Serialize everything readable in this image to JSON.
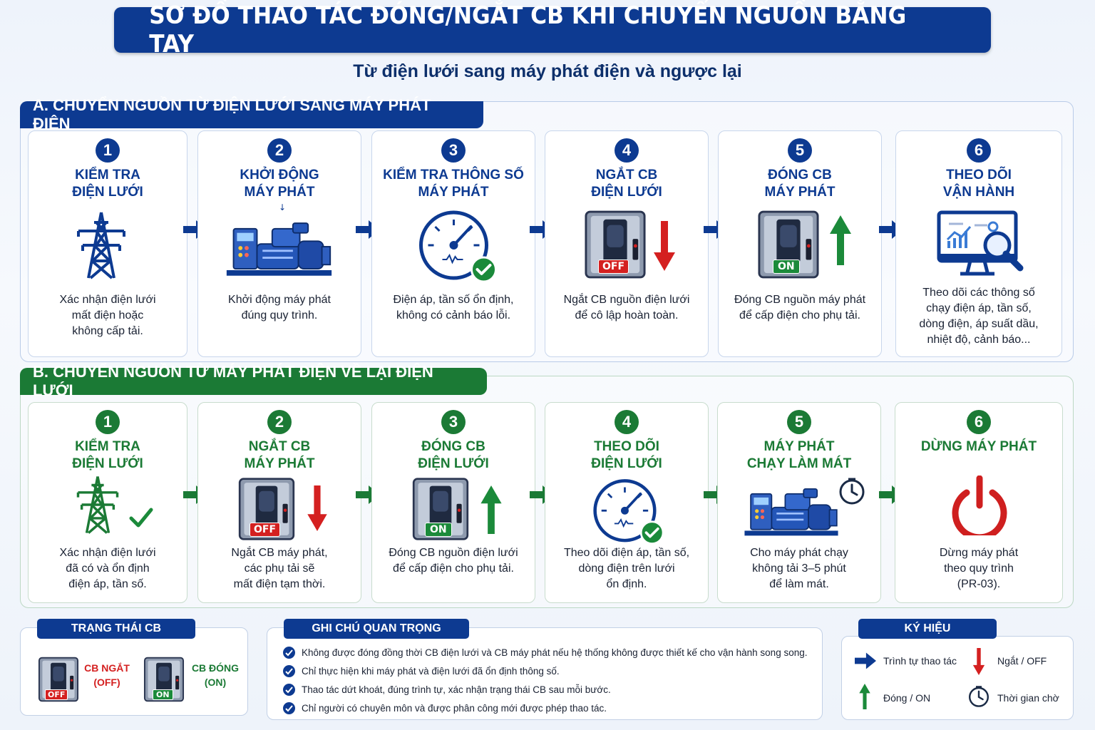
{
  "title": "SƠ ĐỒ THAO TÁC ĐÓNG/NGẮT CB KHI CHUYỂN NGUỒN BẰNG TAY",
  "subtitle": "Từ điện lưới sang máy phát điện và ngược lại",
  "section_a": {
    "heading": "A. CHUYỂN NGUỒN TỪ ĐIỆN LƯỚI SANG MÁY PHÁT ĐIỆN",
    "steps": [
      {
        "num": "1",
        "title": "KIỂM TRA\nĐIỆN LƯỚI",
        "desc": "Xác nhận điện lưới\nmất điện hoặc\nkhông cấp tải.",
        "icon": "power-tower-icon"
      },
      {
        "num": "2",
        "title": "KHỞI ĐỘNG\nMÁY PHÁT",
        "desc": "Khởi động máy phát\nđúng quy trình.",
        "icon": "generator-icon"
      },
      {
        "num": "3",
        "title": "KIỂM TRA THÔNG SỐ\nMÁY PHÁT",
        "desc": "Điện áp, tần số ổn định,\nkhông có cảnh báo lỗi.",
        "icon": "gauge-check-icon"
      },
      {
        "num": "4",
        "title": "NGẮT CB\nĐIỆN LƯỚI",
        "desc": "Ngắt CB nguồn điện lưới\nđể cô lập hoàn toàn.",
        "icon": "breaker-off-icon",
        "badge": "OFF"
      },
      {
        "num": "5",
        "title": "ĐÓNG CB\nMÁY PHÁT",
        "desc": "Đóng CB nguồn máy phát\nđể cấp điện cho phụ tải.",
        "icon": "breaker-on-icon",
        "badge": "ON"
      },
      {
        "num": "6",
        "title": "THEO DÕI\nVẬN HÀNH",
        "desc": "Theo dõi các thông số\nchạy điện áp, tần số,\ndòng điện, áp suất dầu,\nnhiệt độ, cảnh báo...",
        "icon": "monitor-search-icon"
      }
    ]
  },
  "section_b": {
    "heading": "B. CHUYỂN NGUỒN TỪ MÁY PHÁT ĐIỆN VỀ LẠI ĐIỆN LƯỚI",
    "steps": [
      {
        "num": "1",
        "title": "KIỂM TRA\nĐIỆN LƯỚI",
        "desc": "Xác nhận điện lưới\nđã có và ổn định\nđiện áp, tần số.",
        "icon": "power-tower-check-icon"
      },
      {
        "num": "2",
        "title": "NGẮT CB\nMÁY PHÁT",
        "desc": "Ngắt CB máy phát,\ncác phụ tải sẽ\nmất điện tạm thời.",
        "icon": "breaker-off-icon",
        "badge": "OFF"
      },
      {
        "num": "3",
        "title": "ĐÓNG CB\nĐIỆN LƯỚI",
        "desc": "Đóng CB nguồn điện lưới\nđể cấp điện cho phụ tải.",
        "icon": "breaker-on-icon",
        "badge": "ON"
      },
      {
        "num": "4",
        "title": "THEO DÕI\nĐIỆN LƯỚI",
        "desc": "Theo dõi điện áp, tần số,\ndòng điện trên lưới\nổn định.",
        "icon": "gauge-check-icon"
      },
      {
        "num": "5",
        "title": "MÁY PHÁT\nCHẠY LÀM MÁT",
        "desc": "Cho máy phát chạy\nkhông tải 3–5 phút\nđể làm mát.",
        "icon": "generator-clock-icon"
      },
      {
        "num": "6",
        "title": "DỪNG MÁY PHÁT",
        "desc": "Dừng máy phát\ntheo quy trình\n(PR-03).",
        "icon": "power-button-icon"
      }
    ]
  },
  "cb_status": {
    "heading": "TRẠNG THÁI CB",
    "off_label": "CB NGẮT\n(OFF)",
    "on_label": "CB ĐÓNG\n(ON)",
    "off_badge": "OFF",
    "on_badge": "ON"
  },
  "notes": {
    "heading": "GHI CHÚ QUAN TRỌNG",
    "items": [
      "Không được đóng đồng thời CB điện lưới và CB máy phát nếu hệ thống không được thiết kế cho vận hành song song.",
      "Chỉ thực hiện khi máy phát và điện lưới đã ổn định thông số.",
      "Thao tác dứt khoát, đúng trình tự, xác nhận trạng thái CB sau mỗi bước.",
      "Chỉ người có chuyên môn và được phân công mới được phép thao tác."
    ]
  },
  "legend": {
    "heading": "KÝ HIỆU",
    "sequence": "Trình tự thao tác",
    "off": "Ngắt / OFF",
    "on": "Đóng / ON",
    "wait": "Thời gian chờ"
  },
  "colors": {
    "navy": "#0d3a91",
    "green": "#1b7a35",
    "red": "#d42020"
  }
}
